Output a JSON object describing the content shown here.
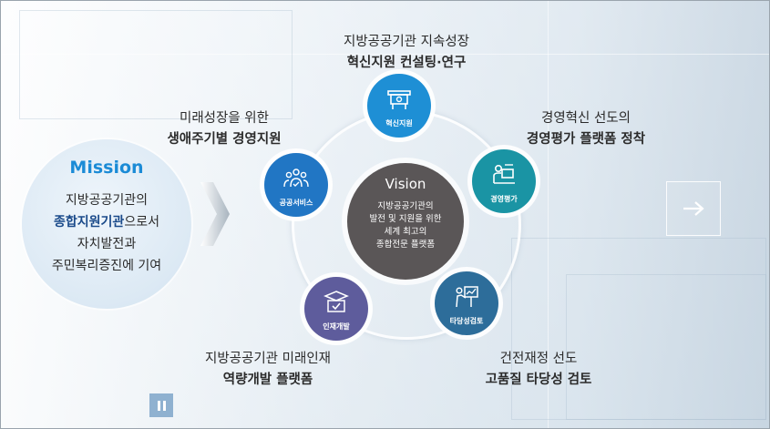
{
  "mission": {
    "title": "Mission",
    "line1": "지방공공기관의",
    "line2_bold": "종합지원기관",
    "line2_rest": "으로서",
    "line3": "자치발전과",
    "line4": "주민복리증진에 기여"
  },
  "vision": {
    "title": "Vision",
    "line1": "지방공공기관의",
    "line2": "발전 및 지원을 위한",
    "line3": "세계 최고의",
    "line4": "종합전문 플랫폼"
  },
  "nodes": [
    {
      "label": "혁신지원",
      "icon": "desk-icon",
      "color": "#1e8fd5"
    },
    {
      "label": "경영평가",
      "icon": "laptop-user-icon",
      "color": "#1a94a4"
    },
    {
      "label": "타당성검토",
      "icon": "presentation-icon",
      "color": "#2d6d9a"
    },
    {
      "label": "인재개발",
      "icon": "graduation-icon",
      "color": "#5e5c9c"
    },
    {
      "label": "공공서비스",
      "icon": "people-icon",
      "color": "#2176c4"
    }
  ],
  "captions": {
    "top": {
      "line1": "지방공공기관 지속성장",
      "line2": "혁신지원 컨설팅·연구"
    },
    "right": {
      "line1": "경영혁신 선도의",
      "line2": "경영평가 플랫폼 정착"
    },
    "bottom_right": {
      "line1": "건전재정 선도",
      "line2": "고품질 타당성 검토"
    },
    "bottom_left": {
      "line1": "지방공공기관 미래인재",
      "line2": "역량개발 플랫폼"
    },
    "left": {
      "line1": "미래성장을 위한",
      "line2": "생애주기별 경영지원"
    }
  },
  "controls": {
    "next_icon": "arrow-right-icon",
    "pause_icon": "pause-icon"
  }
}
